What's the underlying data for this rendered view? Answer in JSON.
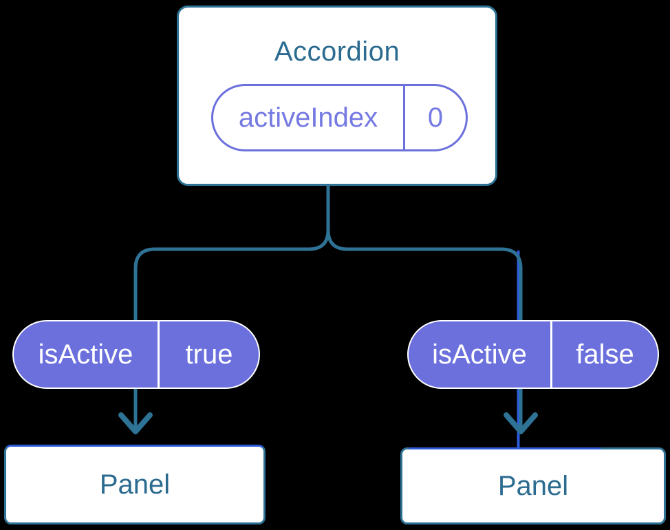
{
  "colors": {
    "background": "#000000",
    "node-bg": "#ffffff",
    "teal": "#2E7396",
    "teal-text": "#2B6B90",
    "purple": "#6B70DC",
    "purple-text": "#7579E2",
    "pill-text": "#ffffff",
    "blue": "#2C5BD9"
  },
  "root": {
    "title": "Accordion",
    "pill": {
      "name": "activeIndex",
      "value": "0"
    }
  },
  "children": [
    {
      "pill": {
        "name": "isActive",
        "value": "true"
      },
      "panel": {
        "title": "Panel"
      }
    },
    {
      "pill": {
        "name": "isActive",
        "value": "false"
      },
      "panel": {
        "title": "Panel"
      }
    }
  ]
}
